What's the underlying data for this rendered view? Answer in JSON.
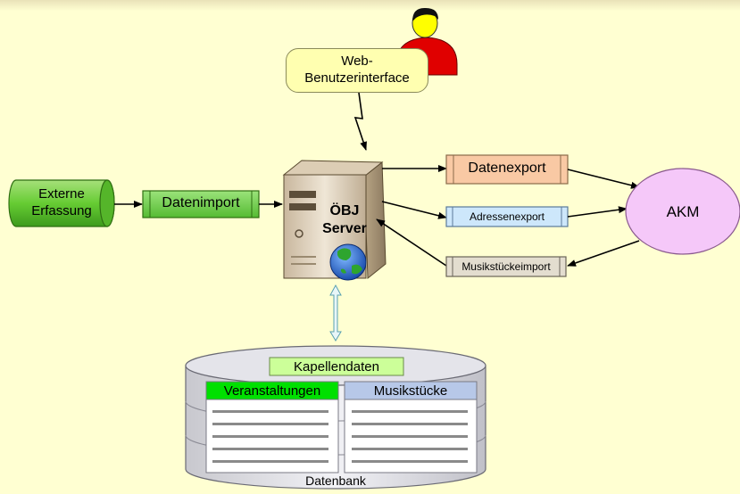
{
  "web_interface": {
    "line1": "Web-",
    "line2": "Benutzerinterface"
  },
  "external": {
    "line1": "Externe",
    "line2": "Erfassung"
  },
  "import": {
    "label": "Datenimport"
  },
  "server": {
    "line1": "ÖBJ",
    "line2": "Server"
  },
  "exports": {
    "datenexport": "Datenexport",
    "adressenexport": "Adressenexport",
    "musikimport": "Musikstückeimport"
  },
  "akm": {
    "label": "AKM"
  },
  "database": {
    "title": "Kapellendaten",
    "left_header": "Veranstaltungen",
    "right_header": "Musikstücke",
    "footer": "Datenbank"
  },
  "colors": {
    "background": "#FFFFD2",
    "external_green": "#66CC33",
    "import_green": "#66CC33",
    "datenexport_fill": "#F9C9A4",
    "adressenexport_fill": "#CDE7FB",
    "musikimport_fill": "#E3DDCF",
    "akm_fill": "#F5C8F9",
    "veranstaltungen_header": "#00E000",
    "musikstuecke_header": "#B7C8E8",
    "kapellendaten_fill": "#CCFF99",
    "user_red": "#E00000",
    "user_face": "#FFFF00"
  }
}
